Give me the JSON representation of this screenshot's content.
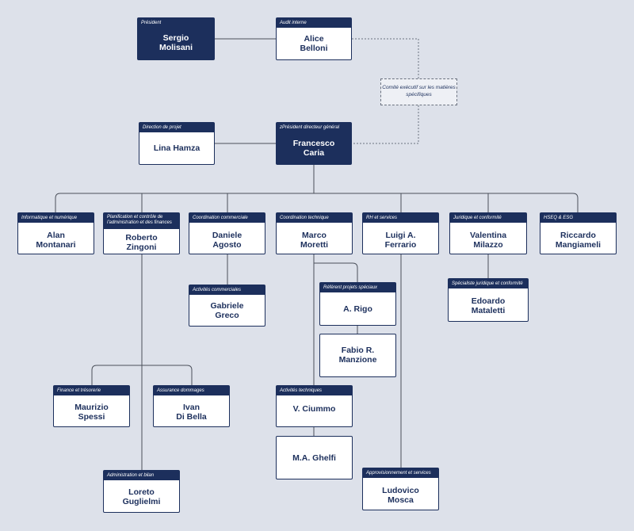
{
  "colors": {
    "navy": "#1c2f5c",
    "background": "#dde1ea",
    "line": "#4a4f5a"
  },
  "nodes": {
    "president": {
      "role": "Président",
      "name": "Sergio\nMolisani"
    },
    "audit": {
      "role": "Audit interne",
      "name": "Alice\nBelloni"
    },
    "committee": {
      "label": "Comité exécutif sur les matières spécifiques"
    },
    "direction_projet": {
      "role": "Direction de projet",
      "name": "Lina Hamza"
    },
    "ceo": {
      "role": "zPrésident directeur général",
      "name": "Francesco\nCaria"
    },
    "informatique": {
      "role": "Informatique et numérique",
      "name": "Alan\nMontanari"
    },
    "planification": {
      "role": "Planification et contrôle de l'administration et des finances",
      "name": "Roberto\nZingoni"
    },
    "coord_comm": {
      "role": "Coordination commerciale",
      "name": "Daniele\nAgosto"
    },
    "coord_tech": {
      "role": "Coordination technique",
      "name": "Marco\nMoretti"
    },
    "rh": {
      "role": "RH et services",
      "name": "Luigi A.\nFerrario"
    },
    "juridique": {
      "role": "Juridique et conformité",
      "name": "Valentina\nMilazzo"
    },
    "hseq": {
      "role": "HSEQ & ESG",
      "name": "Riccardo\nMangiameli"
    },
    "activites_comm": {
      "role": "Activités commerciales",
      "name": "Gabriele\nGreco"
    },
    "referent": {
      "role": "Référent projets spéciaux",
      "name": "A. Rigo"
    },
    "manzione": {
      "name": "Fabio R.\nManzione"
    },
    "specialiste": {
      "role": "Spécialiste juridique et conformité",
      "name": "Edoardo\nMataletti"
    },
    "finance": {
      "role": "Finance et trésorerie",
      "name": "Maurizio\nSpessi"
    },
    "assurance": {
      "role": "Assurance dommages",
      "name": "Ivan\nDi Bella"
    },
    "activites_tech": {
      "role": "Activités techniques",
      "name": "V. Ciummo"
    },
    "ghelfi": {
      "name": "M.A. Ghelfi"
    },
    "administration": {
      "role": "Administration et bilan",
      "name": "Loreto\nGuglielmi"
    },
    "approvisionnement": {
      "role": "Approvisionnement et services",
      "name": "Ludovico\nMosca"
    }
  }
}
